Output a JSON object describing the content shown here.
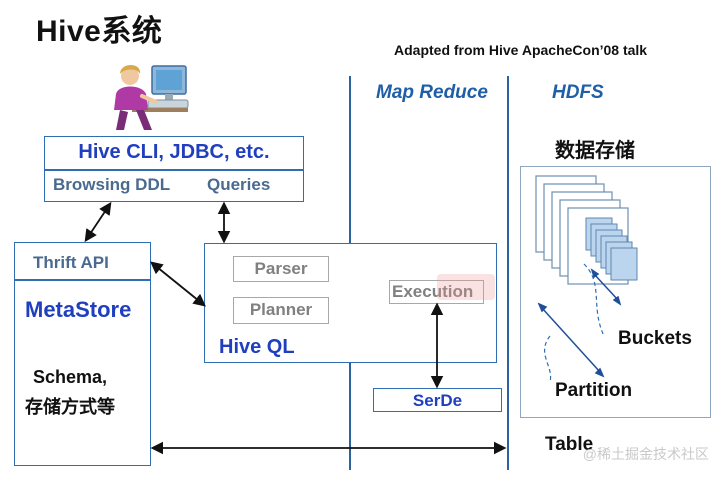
{
  "title": "Hive系统",
  "credit": "Adapted from Hive ApacheCon’08  talk",
  "columns": {
    "map_reduce": "Map Reduce",
    "hdfs": "HDFS"
  },
  "client_box": {
    "title": "Hive CLI, JDBC, etc.",
    "item1": "Browsing DDL",
    "item2": "Queries"
  },
  "metastore_box": {
    "thrift": "Thrift API",
    "name": "MetaStore",
    "line1": "Schema,",
    "line2": "存储方式等"
  },
  "hiveql_box": {
    "parser": "Parser",
    "planner": "Planner",
    "name": "Hive QL",
    "execution": "Execution"
  },
  "serde": "SerDe",
  "hdfs_box": {
    "title": "数据存储",
    "buckets": "Buckets",
    "partition": "Partition",
    "table": "Table"
  },
  "watermark": "@稀土掘金技术社区",
  "colors": {
    "accent_blue": "#2f6eb3",
    "label_blue": "#1f5fa8",
    "metastore_blue": "#1f3fbf"
  }
}
